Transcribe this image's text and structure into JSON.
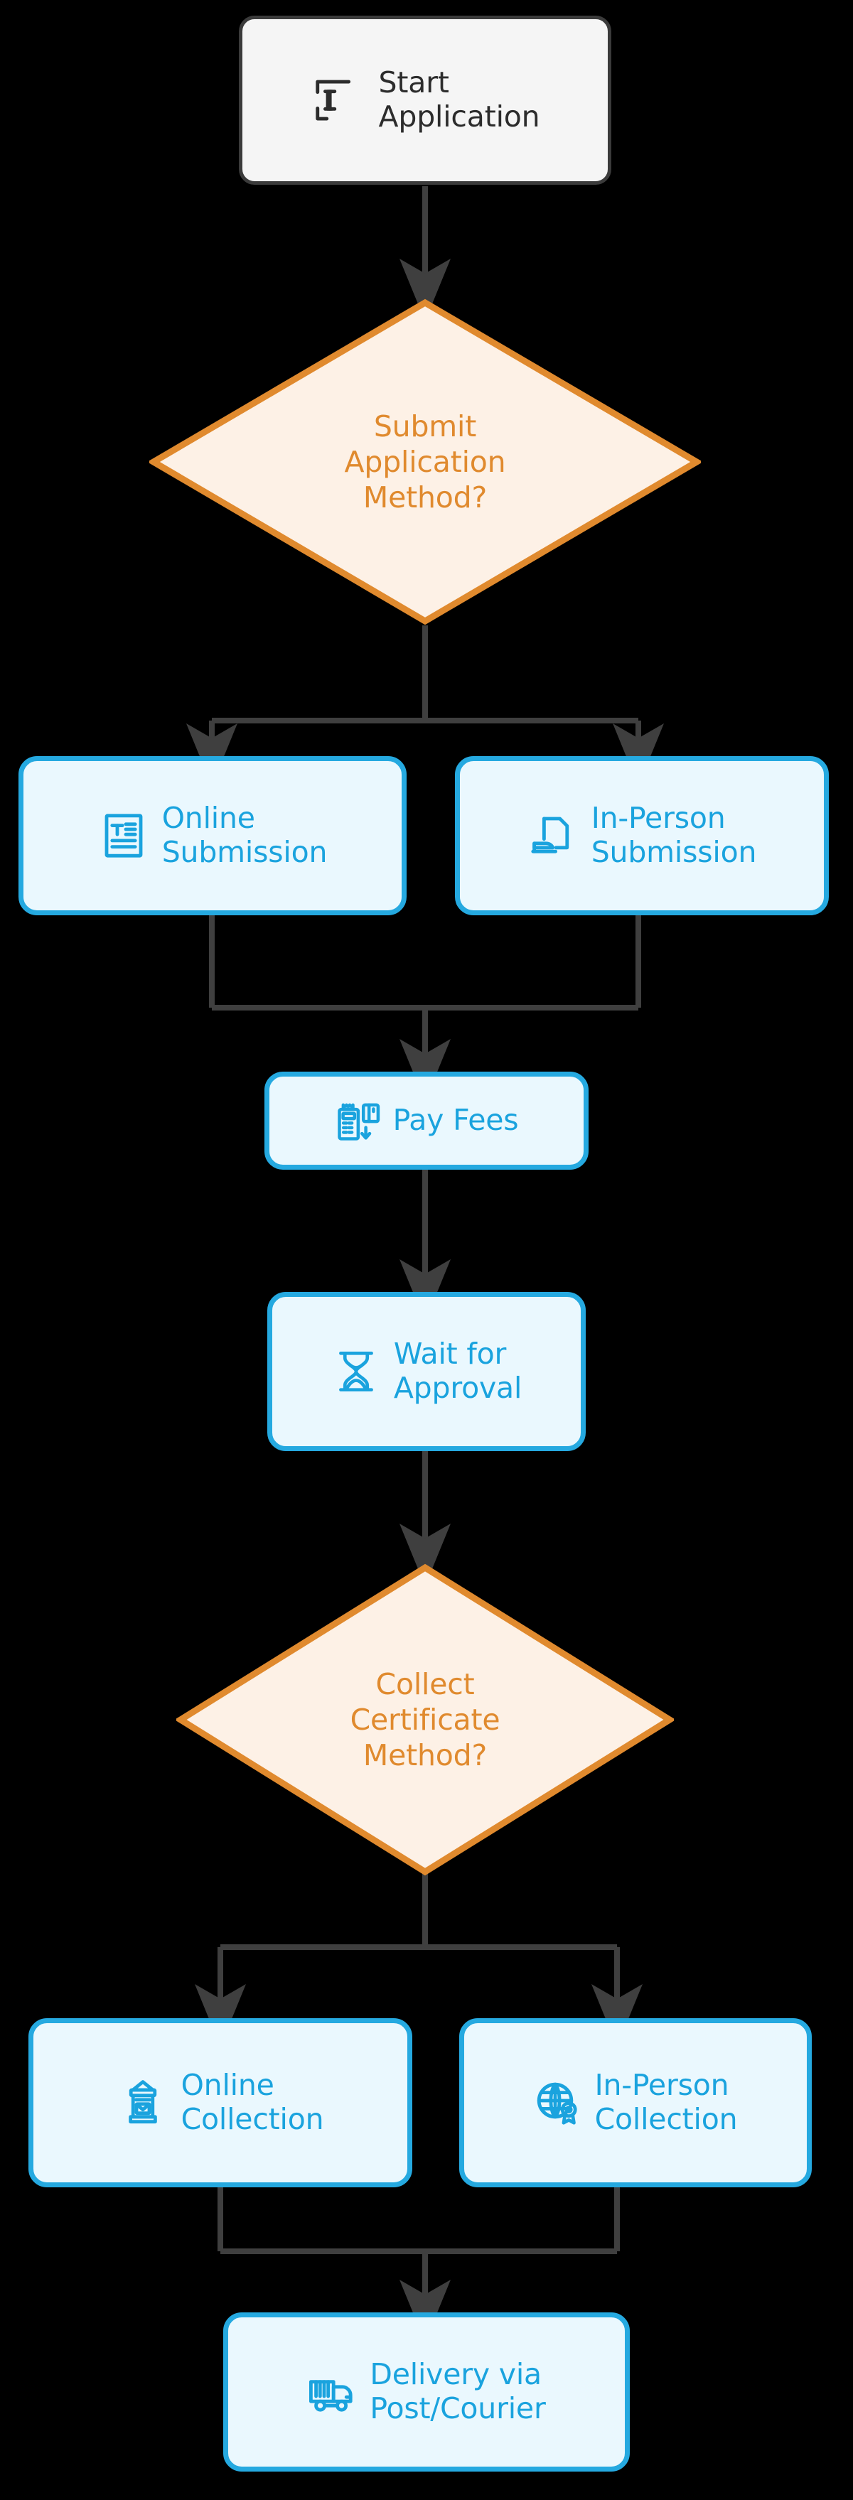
{
  "diagram": {
    "title": "Certificate Application Process Flowchart",
    "orientation": "top-to-bottom",
    "background_color": "#000000",
    "colors": {
      "start_fill": "#F5F5F5",
      "start_stroke": "#3B3B3B",
      "start_text": "#2C2C2C",
      "process_fill": "#EAF8FE",
      "process_stroke": "#25A9E0",
      "process_text": "#1AA3DE",
      "decision_fill": "#FDF1E6",
      "decision_stroke": "#E08A2E",
      "decision_text": "#E08A2E",
      "edge_stroke": "#3F3F3F"
    }
  },
  "nodes": [
    {
      "id": "start-application",
      "type": "start",
      "label": "Start\nApplication",
      "icon": "text-input-cursor-icon"
    },
    {
      "id": "submit-application-method",
      "type": "decision",
      "label": "Submit\nApplication\nMethod?",
      "icon": "none"
    },
    {
      "id": "online-submission",
      "type": "process",
      "label": "Online\nSubmission",
      "icon": "document-text-icon"
    },
    {
      "id": "in-person-submission",
      "type": "process",
      "label": "In-Person\nSubmission",
      "icon": "hand-deliver-document-icon"
    },
    {
      "id": "pay-fees",
      "type": "process",
      "label": "Pay Fees",
      "icon": "card-payment-terminal-icon"
    },
    {
      "id": "wait-for-approval",
      "type": "process",
      "label": "Wait for\nApproval",
      "icon": "hourglass-icon"
    },
    {
      "id": "collect-certificate-method",
      "type": "decision",
      "label": "Collect\nCertificate\nMethod?",
      "icon": "none"
    },
    {
      "id": "online-collection",
      "type": "process",
      "label": "Online\nCollection",
      "icon": "mailbox-icon"
    },
    {
      "id": "in-person-collection",
      "type": "process",
      "label": "In-Person\nCollection",
      "icon": "globe-certificate-icon"
    },
    {
      "id": "delivery-via-post-courier",
      "type": "process",
      "label": "Delivery via\nPost/Courier",
      "icon": "delivery-truck-icon"
    }
  ],
  "edges": [
    {
      "from": "start-application",
      "to": "submit-application-method",
      "label": ""
    },
    {
      "from": "submit-application-method",
      "to": "online-submission",
      "label": ""
    },
    {
      "from": "submit-application-method",
      "to": "in-person-submission",
      "label": ""
    },
    {
      "from": "online-submission",
      "to": "pay-fees",
      "label": ""
    },
    {
      "from": "in-person-submission",
      "to": "pay-fees",
      "label": ""
    },
    {
      "from": "pay-fees",
      "to": "wait-for-approval",
      "label": ""
    },
    {
      "from": "wait-for-approval",
      "to": "collect-certificate-method",
      "label": ""
    },
    {
      "from": "collect-certificate-method",
      "to": "online-collection",
      "label": ""
    },
    {
      "from": "collect-certificate-method",
      "to": "in-person-collection",
      "label": ""
    },
    {
      "from": "online-collection",
      "to": "delivery-via-post-courier",
      "label": ""
    },
    {
      "from": "in-person-collection",
      "to": "delivery-via-post-courier",
      "label": ""
    }
  ]
}
